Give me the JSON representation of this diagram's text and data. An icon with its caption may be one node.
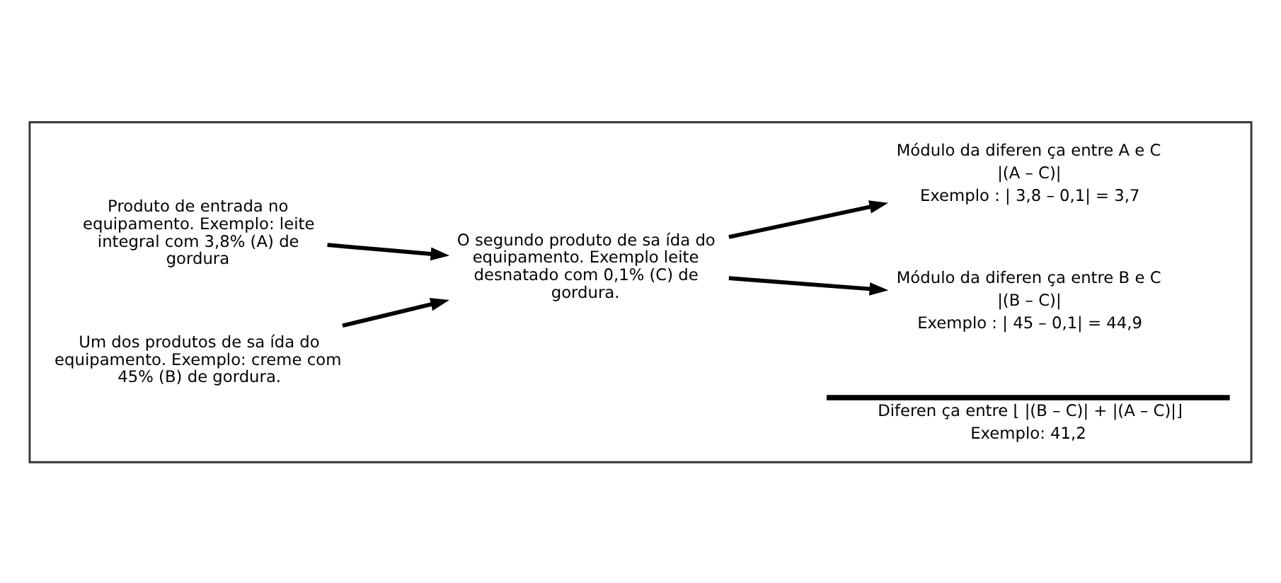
{
  "diagram": {
    "nodes": [
      {
        "text": [],
        "shape": "box"
      },
      {
        "text": [
          "Produto de entrada no equipamento. Exemplo: leite integral com 3,8% (A) de gordura"
        ],
        "in": 0
      },
      {
        "text": [
          "O segundo produto de sa ída do equipamento. Exemplo leite desnatado com 0,1% (C) de gordura."
        ],
        "in": 0
      },
      {
        "text": [
          "Módulo da diferen ça entre B e C",
          "|(B – C)|",
          "Exemplo : | 45 – 0,1| = 44,9"
        ],
        "in": 0
      },
      {
        "text": [
          "Um dos produtos de sa ída do equipamento. Exemplo: creme com 45% (B) de gordura."
        ],
        "in": 0
      },
      {
        "text": [
          "Módulo da diferen ça entre A e C",
          "|(A – C)|",
          "Exemplo : | 3,8 – 0,1| = 3,7"
        ],
        "in": 0
      },
      {
        "text": [
          "Diferen ça entre ⌊ |(B – C)| + |(A – C)|⌋",
          "Exemplo: 41,2"
        ],
        "in": 0
      }
    ],
    "edges": [
      {
        "from": 1,
        "to": 2,
        "arrow": "to"
      },
      {
        "from": 4,
        "to": 2,
        "arrow": "to"
      },
      {
        "from": 2,
        "to": 3,
        "arrow": "to"
      },
      {
        "from": 2,
        "to": 5,
        "arrow": "to"
      }
    ]
  }
}
